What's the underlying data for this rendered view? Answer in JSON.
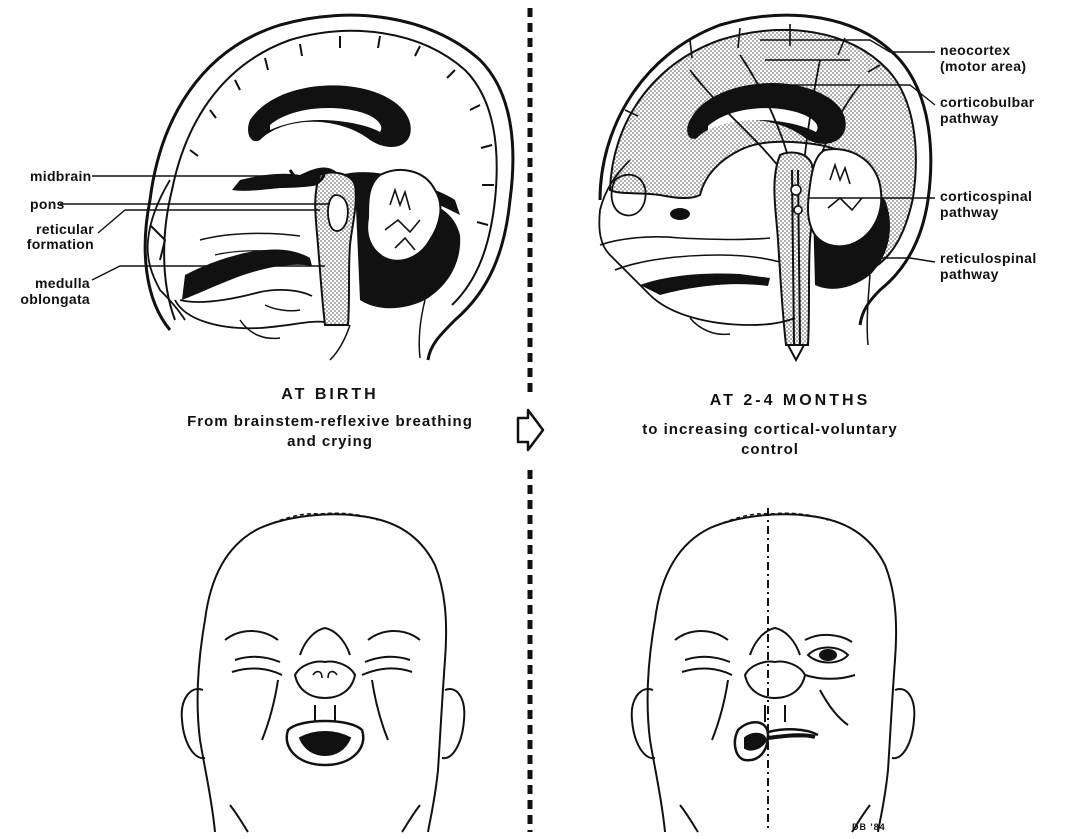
{
  "left_panel": {
    "labels": {
      "midbrain": "midbrain",
      "pons": "pons",
      "reticular_line1": "reticular",
      "reticular_line2": "formation",
      "medulla_line1": "medulla",
      "medulla_line2": "oblongata"
    },
    "caption_title": "AT BIRTH",
    "caption_line1": "From brainstem-reflexive breathing",
    "caption_line2": "and crying"
  },
  "right_panel": {
    "labels": {
      "neocortex_line1": "neocortex",
      "neocortex_line2": "(motor area)",
      "corticobulbar_line1": "corticobulbar",
      "corticobulbar_line2": "pathway",
      "corticospinal_line1": "corticospinal",
      "corticospinal_line2": "pathway",
      "reticulospinal_line1": "reticulospinal",
      "reticulospinal_line2": "pathway"
    },
    "caption_title": "AT 2-4 MONTHS",
    "caption_line1": "to increasing cortical-voluntary",
    "caption_line2": "control"
  },
  "signature": "DB '84",
  "icons": {
    "transition_arrow": "arrow-right-outline-icon"
  },
  "colors": {
    "ink": "#111111",
    "stipple": "#b8b8b8",
    "background": "#ffffff"
  }
}
